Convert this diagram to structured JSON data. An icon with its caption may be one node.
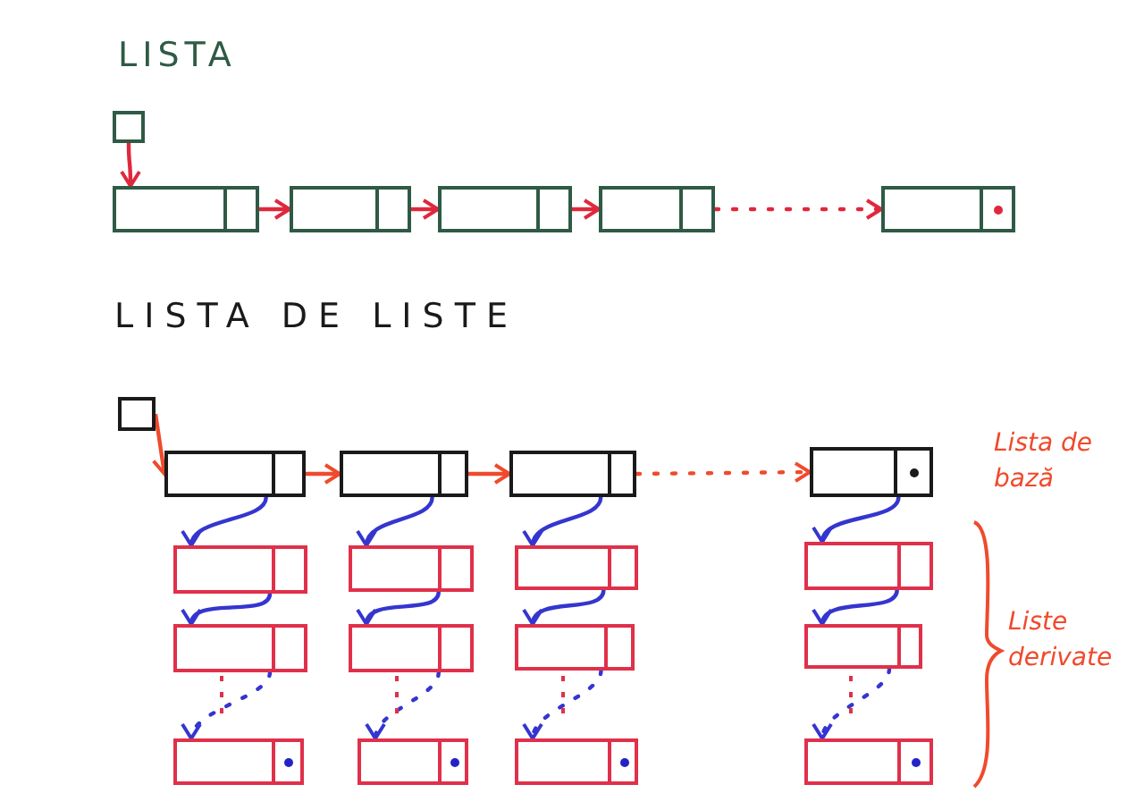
{
  "diagram": {
    "nodes": [
      {
        "text": [],
        "shape": "box"
      },
      {
        "text": [],
        "shape": "box"
      },
      {
        "text": [],
        "shape": "box"
      },
      {
        "text": [],
        "shape": "box"
      },
      {
        "text": [],
        "shape": "box"
      },
      {
        "text": [],
        "shape": "box"
      },
      {
        "text": [],
        "shape": "box"
      },
      {
        "text": [],
        "shape": "box"
      },
      {
        "text": [],
        "shape": "box"
      },
      {
        "text": [],
        "shape": "box"
      },
      {
        "text": [],
        "shape": "box"
      },
      {
        "text": [],
        "shape": "box"
      },
      {
        "text": [],
        "shape": "box"
      },
      {
        "text": [],
        "shape": "box"
      },
      {
        "text": [],
        "shape": "box"
      },
      {
        "text": [],
        "shape": "box"
      },
      {
        "text": [],
        "shape": "box"
      },
      {
        "text": [],
        "shape": "box"
      },
      {
        "text": [],
        "shape": "box"
      },
      {
        "text": [],
        "shape": "box"
      },
      {
        "text": [],
        "shape": "box"
      },
      {
        "text": [],
        "shape": "box"
      },
      {
        "text": [],
        "shape": "box"
      }
    ],
    "edges": [
      {
        "from": 0,
        "to": 1,
        "arrow": "to",
        "color": "#e0283c"
      },
      {
        "from": 1,
        "to": 2,
        "arrow": "to",
        "color": "#e0283c"
      },
      {
        "from": 2,
        "to": 3,
        "arrow": "to",
        "color": "#e0283c"
      },
      {
        "from": 3,
        "to": 4,
        "arrow": "to",
        "color": "#e0283c"
      },
      {
        "from": 4,
        "to": 5,
        "arrow": "to",
        "style": "dashed",
        "color": "#e0283c"
      },
      {
        "from": 6,
        "to": 7,
        "arrow": "to",
        "color": "#f04a2c"
      },
      {
        "from": 7,
        "to": 8,
        "arrow": "to",
        "color": "#f04a2c"
      },
      {
        "from": 8,
        "to": 9,
        "arrow": "to",
        "color": "#f04a2c"
      },
      {
        "from": 9,
        "to": 10,
        "arrow": "to",
        "style": "dashed",
        "color": "#f04a2c"
      },
      {
        "from": 7,
        "to": 11,
        "arrow": "to"
      },
      {
        "from": 11,
        "to": 12,
        "arrow": "to"
      },
      {
        "from": 12,
        "to": 13,
        "arrow": "to",
        "style": "dashed"
      },
      {
        "from": 8,
        "to": 14,
        "arrow": "to"
      },
      {
        "from": 14,
        "to": 15,
        "arrow": "to"
      },
      {
        "from": 15,
        "to": 16,
        "arrow": "to",
        "style": "dashed"
      },
      {
        "from": 9,
        "to": 17,
        "arrow": "to"
      },
      {
        "from": 17,
        "to": 18,
        "arrow": "to"
      },
      {
        "from": 18,
        "to": 19,
        "arrow": "to",
        "style": "dashed"
      },
      {
        "from": 10,
        "to": 20,
        "arrow": "to"
      },
      {
        "from": 20,
        "to": 21,
        "arrow": "to"
      },
      {
        "from": 21,
        "to": 22,
        "arrow": "to",
        "style": "dashed"
      }
    ],
    "labels": [
      "LISTA",
      "LISTA DE LISTE",
      "Lista de bază",
      "Liste derivate"
    ]
  }
}
